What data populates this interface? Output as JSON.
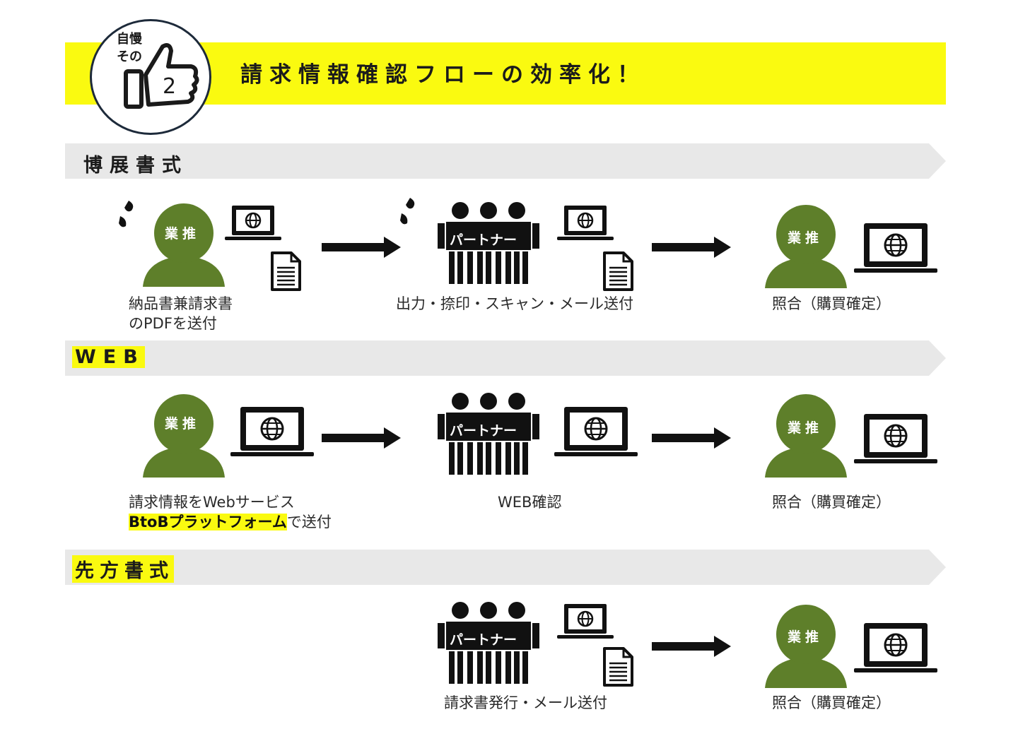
{
  "header": {
    "badge_line1": "自慢",
    "badge_line2": "その",
    "badge_number": "2",
    "title": "請求情報確認フローの効率化！"
  },
  "person_label": "業推",
  "partner_label": "パートナー",
  "sections": [
    {
      "label": "博展書式",
      "highlighted": false,
      "steps": [
        {
          "caption_lines": [
            "納品書兼請求書",
            "のPDFを送付"
          ]
        },
        {
          "caption": "出力・捺印・スキャン・メール送付"
        },
        {
          "caption": "照合（購買確定）"
        }
      ]
    },
    {
      "label": "WEB",
      "highlighted": true,
      "steps": [
        {
          "caption_line1": "請求情報をWebサービス",
          "caption_strong": "BtoBプラットフォーム",
          "caption_tail": "で送付"
        },
        {
          "caption": "WEB確認"
        },
        {
          "caption": "照合（購買確定）"
        }
      ]
    },
    {
      "label": "先方書式",
      "highlighted": true,
      "steps": [
        {
          "caption": "請求書発行・メール送付"
        },
        {
          "caption": "照合（購買確定）"
        }
      ]
    }
  ],
  "colors": {
    "accent_yellow": "#fafa10",
    "person_green": "#5e7f2a",
    "bar_gray": "#e8e8e8"
  }
}
